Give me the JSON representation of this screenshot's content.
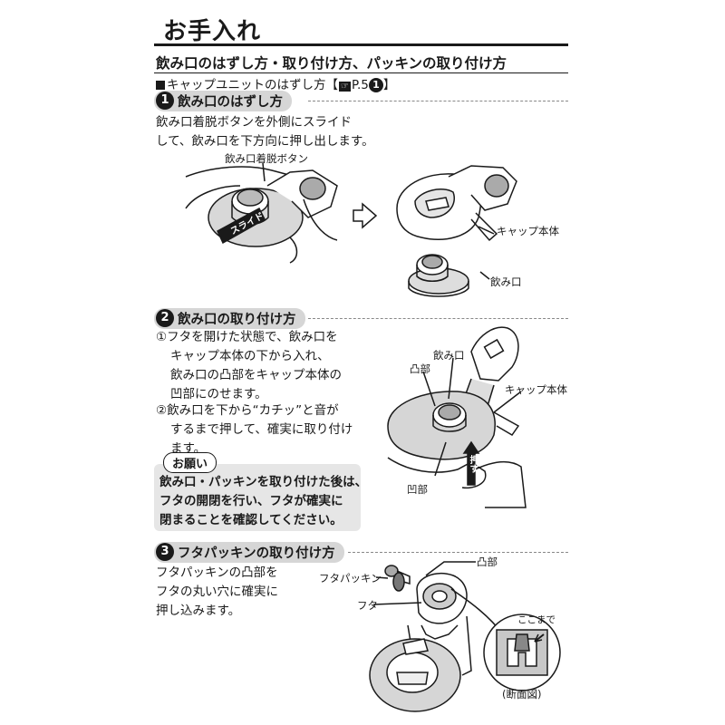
{
  "header": {
    "title": "お手入れ",
    "subtitle": "飲み口のはずし方・取り付け方、パッキンの取り付け方",
    "ref_text": "キャップユニットのはずし方【",
    "ref_page": "P.5",
    "ref_circle": "1",
    "ref_close": "】"
  },
  "section1": {
    "number": "1",
    "heading": "飲み口のはずし方",
    "text_lines": [
      "飲み口着脱ボタンを外側にスライド",
      "して、飲み口を下方向に押し出します。"
    ],
    "labels": {
      "button": "飲み口着脱ボタン",
      "slide": "スライド",
      "cap_body": "キャップ本体",
      "mouthpiece": "飲み口"
    }
  },
  "section2": {
    "number": "2",
    "heading": "飲み口の取り付け方",
    "steps": [
      {
        "marker": "①",
        "lines": [
          "フタを開けた状態で、飲み口を",
          "キャップ本体の下から入れ、",
          "飲み口の凸部をキャップ本体の",
          "凹部にのせます。"
        ]
      },
      {
        "marker": "②",
        "lines": [
          "飲み口を下から“カチッ”と音が",
          "するまで押して、確実に取り付け",
          "ます。"
        ]
      }
    ],
    "note_tag": "お願い",
    "note_lines": [
      "飲み口・パッキンを取り付けた後は、",
      "フタの開閉を行い、フタが確実に",
      "閉まることを確認してください。"
    ],
    "labels": {
      "mouthpiece": "飲み口",
      "convex": "凸部",
      "cap_body": "キャップ本体",
      "concave": "凹部",
      "push": "押す"
    }
  },
  "section3": {
    "number": "3",
    "heading": "フタパッキンの取り付け方",
    "text_lines": [
      "フタパッキンの凸部を",
      "フタの丸い穴に確実に",
      "押し込みます。"
    ],
    "labels": {
      "convex": "凸部",
      "lid_packing": "フタパッキン",
      "lid": "フタ",
      "up_to_here": "ここまで",
      "cross_section": "(断面図)"
    }
  }
}
